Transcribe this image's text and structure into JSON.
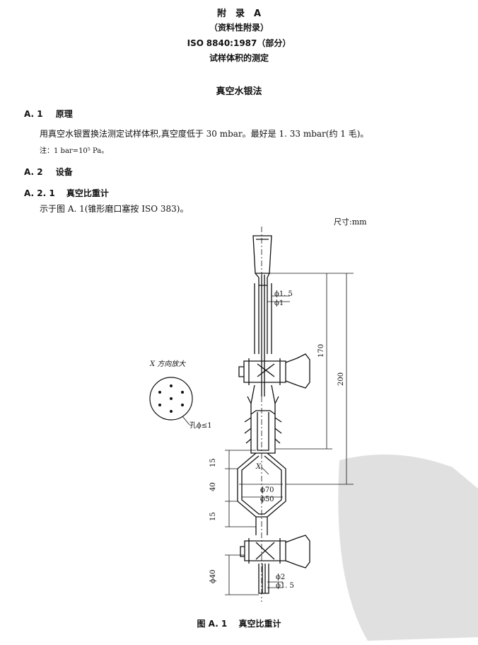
{
  "header": {
    "appendix": "附　录　A",
    "note_type": "（资料性附录）",
    "standard_bold": "ISO",
    "standard_rest": "8840:1987（部分）",
    "subject": "试样体积的测定"
  },
  "method_title": "真空水银法",
  "sections": {
    "a1_num": "A. 1",
    "a1_title": "原理",
    "a1_body": "用真空水银置换法测定试样体积,真空度低于 30 mbar。最好是 1. 33 mbar(约 1 毛)。",
    "a1_note": "注：1 bar=10⁵ Pa。",
    "a2_num": "A. 2",
    "a2_title": "设备",
    "a21_num": "A. 2. 1",
    "a21_title": "真空比重计",
    "a21_body": "示于图 A. 1(锥形磨口塞按 ISO 383)。"
  },
  "figure": {
    "units": "尺寸:mm",
    "detail_title": "X 方向放大",
    "hole_label": "孔ϕ≤1",
    "x_marker": "X",
    "labels": {
      "d15": "ϕ1. 5",
      "d1": "ϕ1",
      "dim170": "170",
      "dim200": "200",
      "dim15a": "15",
      "dim40": "40",
      "dim15b": "15",
      "d70": "ϕ70",
      "d50": "ϕ50",
      "d40": "ϕ40",
      "d2": "ϕ2",
      "d15b": "ϕ1. 5"
    },
    "caption_num": "图 A. 1",
    "caption_title": "真空比重计"
  }
}
